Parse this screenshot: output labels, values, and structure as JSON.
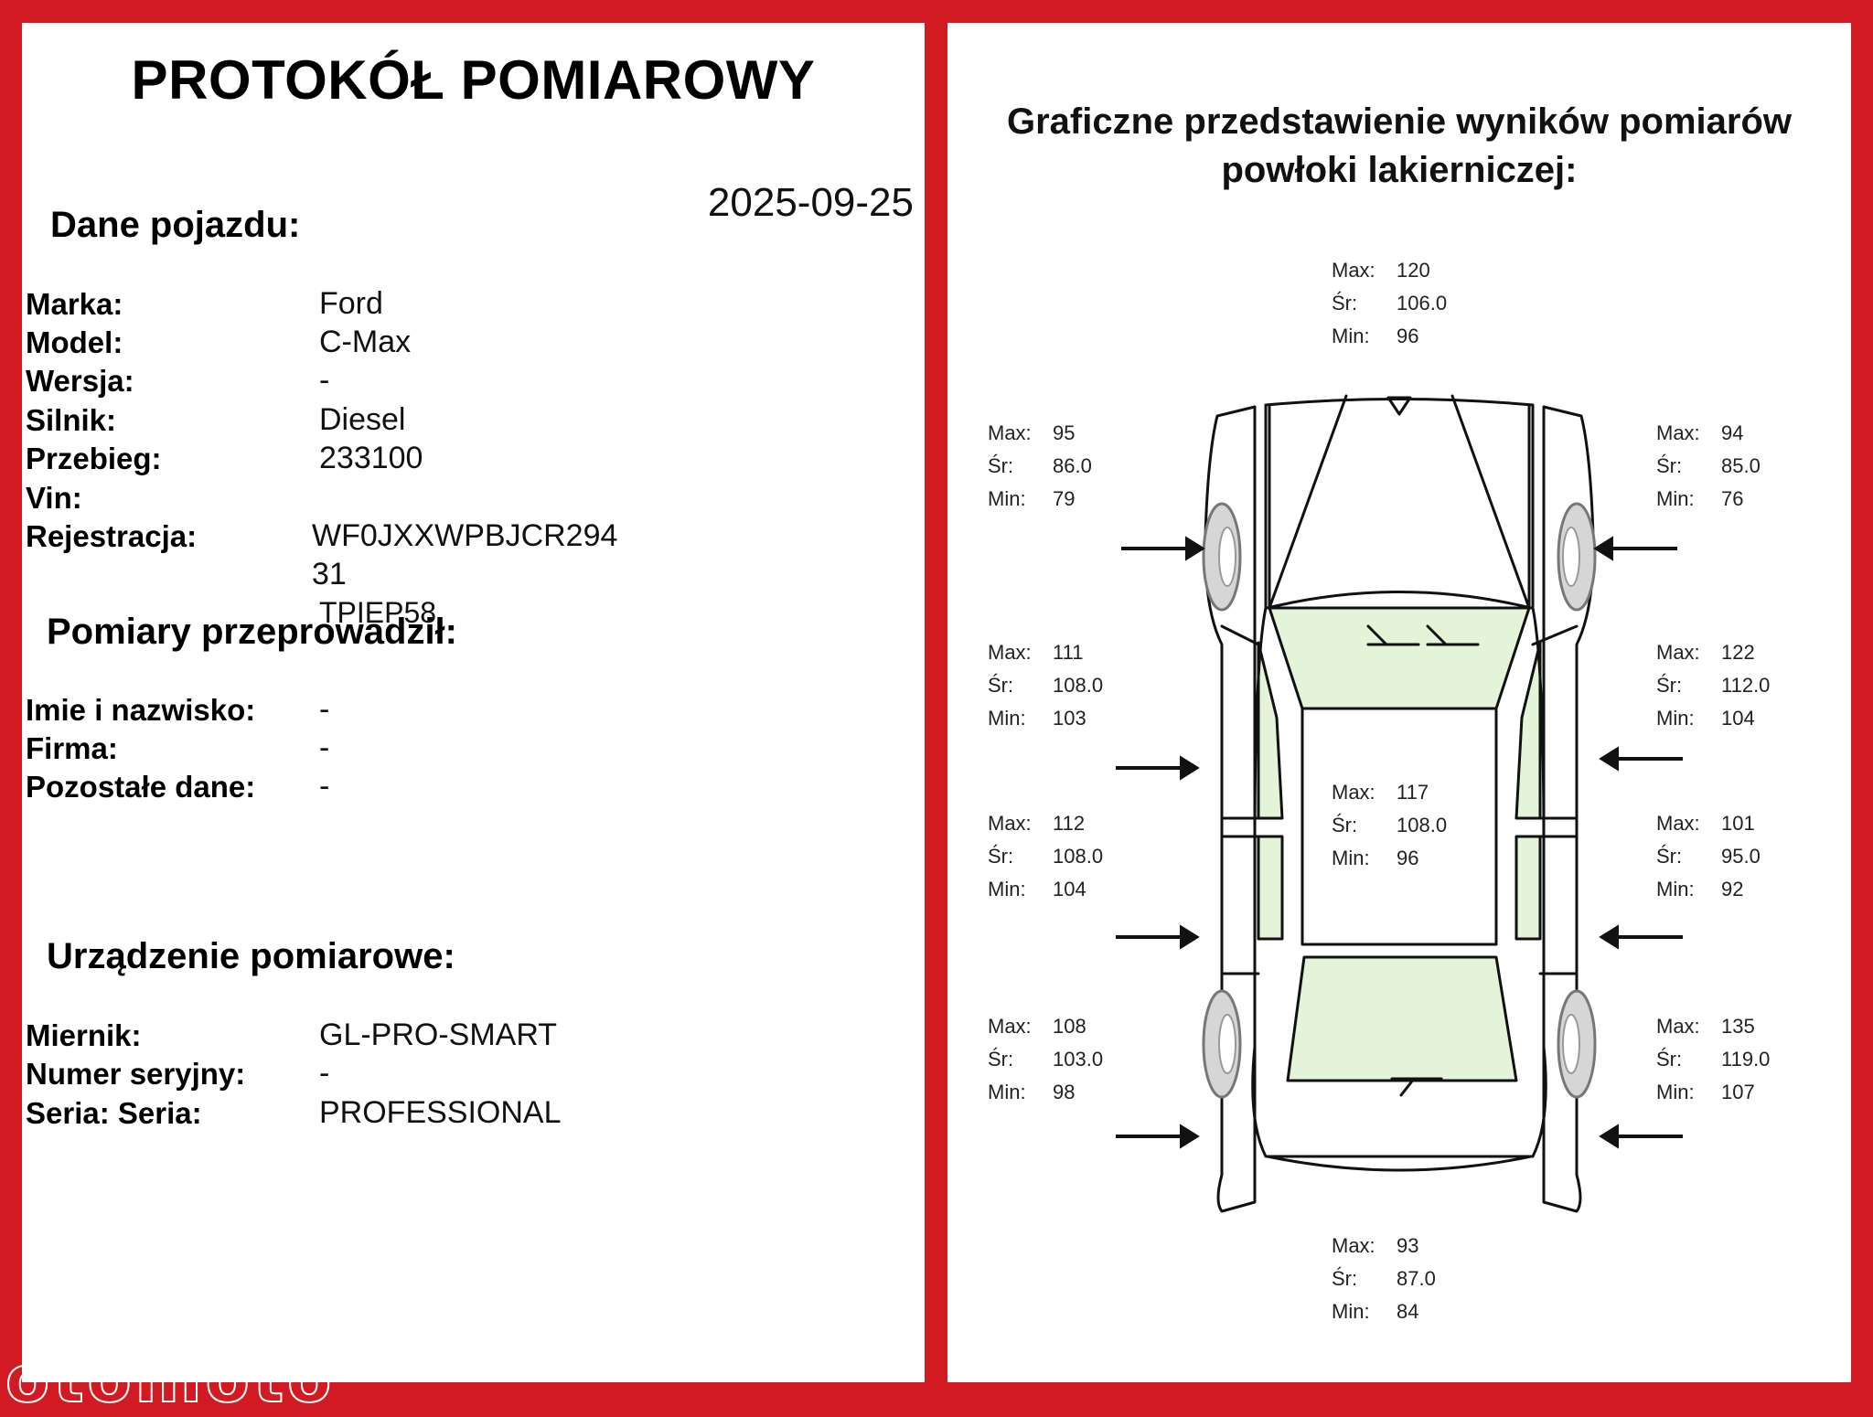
{
  "left": {
    "title": "PROTOKÓŁ POMIAROWY",
    "vehicle_heading": "Dane pojazdu:",
    "date": "2025-09-25",
    "vehicle_fields": [
      {
        "label": "Marka:",
        "value": "Ford"
      },
      {
        "label": "Model:",
        "value": "C-Max"
      },
      {
        "label": "Wersja:",
        "value": "-"
      },
      {
        "label": "Silnik:",
        "value": "Diesel"
      },
      {
        "label": "Przebieg:",
        "value": "233100"
      },
      {
        "label": "Vin:",
        "value": ""
      },
      {
        "label": "Rejestracja:",
        "value": "WF0JXXWPBJCR294"
      }
    ],
    "vin_overflow": "31",
    "registration_overflow": "TPIEP58",
    "inspector_heading": "Pomiary przeprowadził:",
    "inspector_fields": [
      {
        "label": "Imie i nazwisko:",
        "value": "-"
      },
      {
        "label": "Firma:",
        "value": "-"
      },
      {
        "label": "Pozostałe dane:",
        "value": "-"
      }
    ],
    "device_heading": "Urządzenie pomiarowe:",
    "device_fields": [
      {
        "label": "Miernik:",
        "value": "GL-PRO-SMART"
      },
      {
        "label": "Numer seryjny:",
        "value": "-"
      },
      {
        "label": "Seria: Seria:",
        "value": "PROFESSIONAL"
      }
    ]
  },
  "right": {
    "title_line1": "Graficzne przedstawienie wyników pomiarów",
    "title_line2": "powłoki lakierniczej:",
    "labels": {
      "max": "Max:",
      "avg": "Śr:",
      "min": "Min:"
    },
    "measurements": {
      "front": {
        "max": "120",
        "avg": "106.0",
        "min": "96"
      },
      "front_left_fender": {
        "max": "95",
        "avg": "86.0",
        "min": "79"
      },
      "front_right_fender": {
        "max": "94",
        "avg": "85.0",
        "min": "76"
      },
      "front_left_door": {
        "max": "111",
        "avg": "108.0",
        "min": "103"
      },
      "front_right_door": {
        "max": "122",
        "avg": "112.0",
        "min": "104"
      },
      "roof": {
        "max": "117",
        "avg": "108.0",
        "min": "96"
      },
      "rear_left_door": {
        "max": "112",
        "avg": "108.0",
        "min": "104"
      },
      "rear_right_door": {
        "max": "101",
        "avg": "95.0",
        "min": "92"
      },
      "rear_left_quarter": {
        "max": "108",
        "avg": "103.0",
        "min": "98"
      },
      "rear_right_quarter": {
        "max": "135",
        "avg": "119.0",
        "min": "107"
      },
      "rear": {
        "max": "93",
        "avg": "87.0",
        "min": "84"
      }
    },
    "highlight_color": "#e4f4d8"
  },
  "watermark": "otomoto"
}
